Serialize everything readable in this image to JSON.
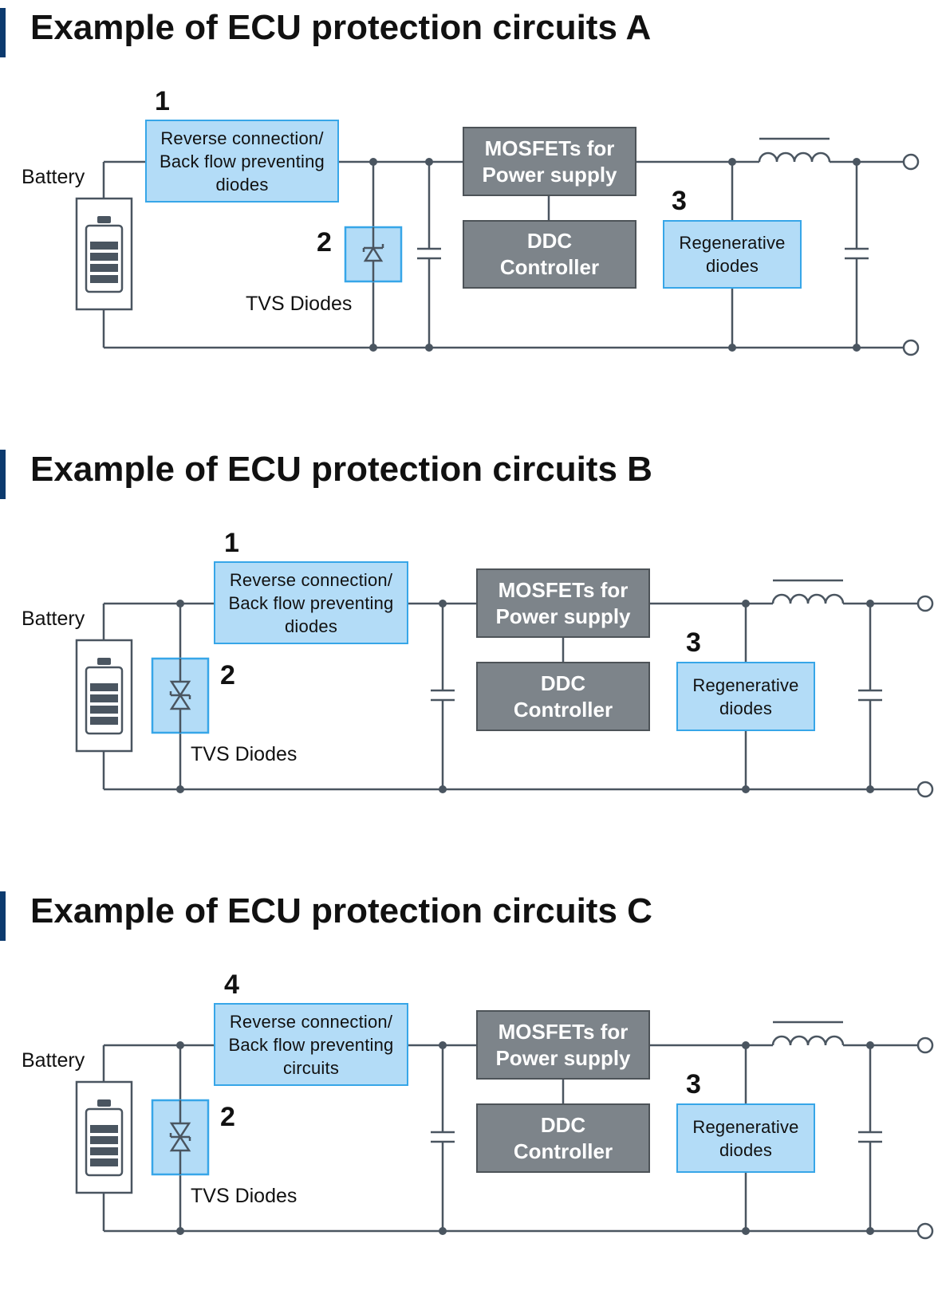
{
  "sections": [
    {
      "title": "Example of ECU protection circuits A",
      "battery_label": "Battery",
      "block1": {
        "number": "1",
        "lines": [
          "Reverse connection/",
          "Back flow preventing",
          "diodes"
        ]
      },
      "tvs": {
        "number": "2",
        "label": "TVS Diodes",
        "type": "unidirectional"
      },
      "mosfet": {
        "lines": [
          "MOSFETs for",
          "Power supply"
        ]
      },
      "ddc": {
        "lines": [
          "DDC",
          "Controller"
        ]
      },
      "regen": {
        "number": "3",
        "lines": [
          "Regenerative",
          "diodes"
        ]
      }
    },
    {
      "title": "Example of ECU protection circuits B",
      "battery_label": "Battery",
      "block1": {
        "number": "1",
        "lines": [
          "Reverse connection/",
          "Back flow preventing",
          "diodes"
        ]
      },
      "tvs": {
        "number": "2",
        "label": "TVS Diodes",
        "type": "bidirectional"
      },
      "mosfet": {
        "lines": [
          "MOSFETs for",
          "Power supply"
        ]
      },
      "ddc": {
        "lines": [
          "DDC",
          "Controller"
        ]
      },
      "regen": {
        "number": "3",
        "lines": [
          "Regenerative",
          "diodes"
        ]
      }
    },
    {
      "title": "Example of ECU protection circuits C",
      "battery_label": "Battery",
      "block1": {
        "number": "4",
        "lines": [
          "Reverse connection/",
          "Back flow preventing",
          "circuits"
        ]
      },
      "tvs": {
        "number": "2",
        "label": "TVS Diodes",
        "type": "bidirectional"
      },
      "mosfet": {
        "lines": [
          "MOSFETs for",
          "Power supply"
        ]
      },
      "ddc": {
        "lines": [
          "DDC",
          "Controller"
        ]
      },
      "regen": {
        "number": "3",
        "lines": [
          "Regenerative",
          "diodes"
        ]
      }
    }
  ],
  "colors": {
    "title_accent": "#0c3a6e",
    "wire": "#4a5560",
    "blue_fill": "#b3dcf7",
    "blue_border": "#37a6e8",
    "gray_fill": "#7d848a"
  }
}
